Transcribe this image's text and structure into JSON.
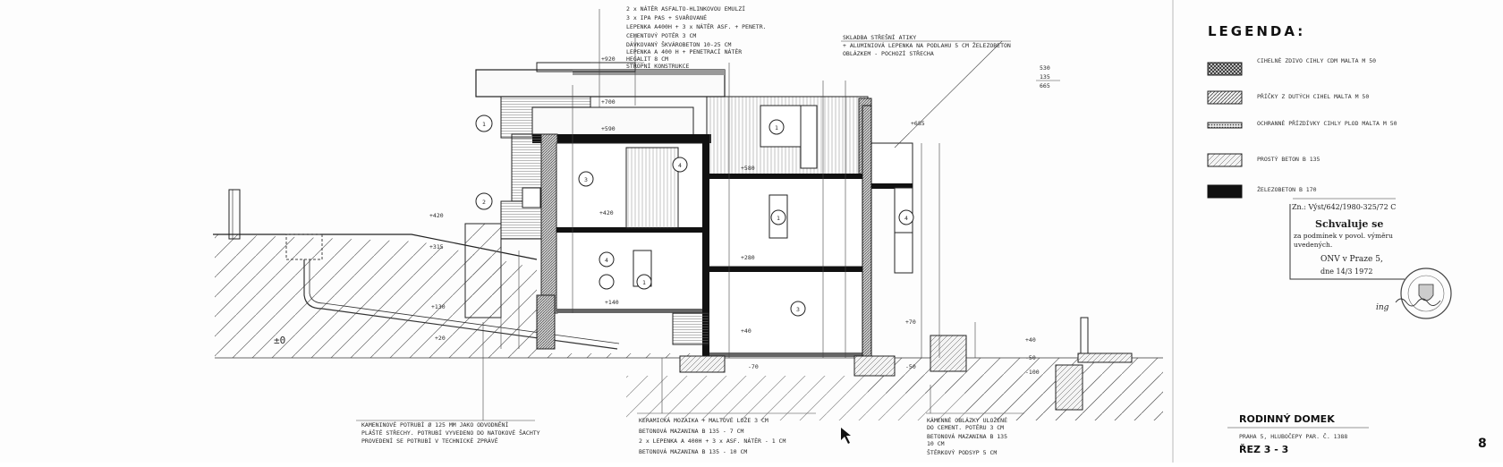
{
  "legend": {
    "title": "LEGENDA:",
    "items": [
      {
        "label": "CIHELNÉ ZDIVO CIHLY CDM MALTA M 50",
        "pattern": "brick"
      },
      {
        "label": "PŘÍČKY Z DUTÝCH CIHEL MALTA M 50",
        "pattern": "hollow"
      },
      {
        "label": "OCHRANNÉ PŘÍZDÍVKY CIHLY PLOD MALTA M 50",
        "pattern": "cladding"
      },
      {
        "label": "PROSTÝ BETON B 135",
        "pattern": "concrete"
      },
      {
        "label": "ŽELEZOBETON B 170",
        "pattern": "rc"
      }
    ]
  },
  "stamp": {
    "ref": "Zn.: Výst/642/1980-325/72 C",
    "line1": "Schvaluje se",
    "line2": "za podmínek v povol. výměru",
    "line3": "uvedených.",
    "line4": "ONV v Praze 5,",
    "line5": "dne 14/3 1972",
    "signature": "ing"
  },
  "title_block": {
    "title": "RODINNÝ DOMEK",
    "location": "PRAHA 5, HLUBOČEPY PAR. Č. 1388",
    "section": "ŘEZ 3 - 3"
  },
  "sheet_number": "8",
  "notes": {
    "roof": [
      "2 x NÁTĚR ASFALTO-HLINKOVOU EMULZÍ",
      "3 x IPA PAS + SVAŘOVANÉ",
      "LEPENKA A400H + 3 x NÁTĚR ASF. + PENETR.",
      "CEMENTOVÝ POTĚR 3 CM",
      "DÁVKOVANÝ ŠKVÁROBETON 10-25 CM",
      "LEPENKA A 400 H + PENETRACÍ NÁTĚR",
      "HEGALIT 8 CM",
      "STROPNÍ KONSTRUKCE"
    ],
    "roof_side": [
      "SKLADBA STŘEŠNÍ ATIKY",
      "+ ALUMINIOVÁ LEPENKA NA PODLAHU 5 CM ŽELEZOBETON",
      "OBLÁZKEM - POCHOZÍ STŘECHA"
    ],
    "drain": [
      "KAMENINOVÉ POTRUBÍ Ø 125 MM JAKO ODVODNĚNÍ",
      "PLÁŠTĚ STŘECHY. POTRUBÍ VYVEDENO DO NATOKOVÉ ŠACHTY",
      "PROVEDENÍ SE POTRUBÍ V TECHNICKÉ ZPRÁVĚ"
    ],
    "floor_mid": [
      "KERAMICKÁ MOZAIKA + MALTOVÉ LOŽE 3 CM",
      "BETONOVÁ MAZANINA B 135 - 7 CM",
      "2 x LEPENKA A 400H + 3 x ASF. NÁTĚR - 1 CM",
      "BETONOVÁ MAZANINA B 135 - 10 CM"
    ],
    "floor_right": [
      "KÁMENNÉ OBLÁZKY ULOŽENÉ",
      "DO CEMENT. POTĚRU 3 CM",
      "BETONOVÁ MAZANINA B 135",
      "10 CM",
      "ŠTĚRKOVÝ PODSYP 5 CM"
    ]
  },
  "levels": {
    "l920": "+920",
    "l700": "+700",
    "l590": "+590",
    "l685": "+685",
    "l580": "+580",
    "l420a": "+420",
    "l420b": "+420",
    "l315": "+315",
    "l280": "+280",
    "l130": "+130",
    "l140": "+140",
    "l40": "+40",
    "l20": "+20",
    "l0": "±0",
    "l70": "+70",
    "l50": "-50",
    "l70b": "-70",
    "l40r": "+40",
    "l100": "-100",
    "l50r": "-50"
  },
  "rooms": [
    "1",
    "2",
    "3",
    "4",
    "1",
    "1",
    "4",
    "4",
    "3",
    "1"
  ],
  "margin_calc": [
    "530",
    "135",
    "665"
  ]
}
